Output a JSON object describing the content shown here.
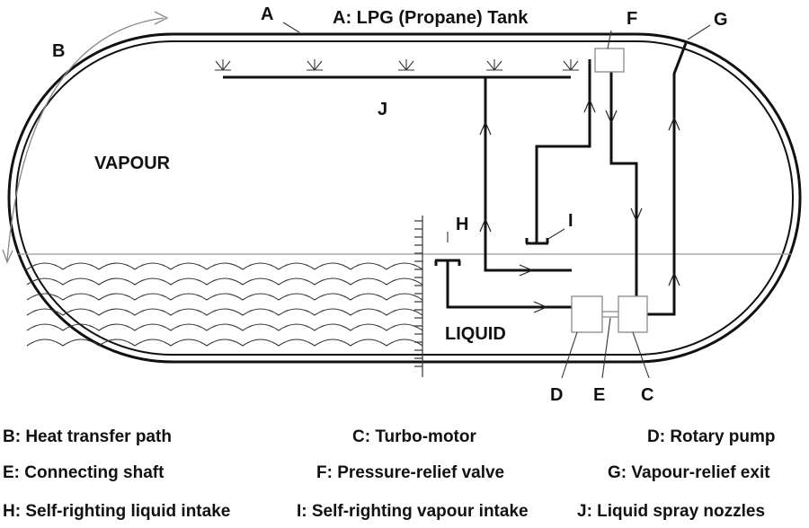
{
  "title": "A:  LPG (Propane) Tank",
  "letters": {
    "a": "A",
    "b": "B",
    "f": "F",
    "g": "G",
    "h": "H",
    "i": "I",
    "j": "J",
    "d": "D",
    "e": "E",
    "c": "C"
  },
  "regions": {
    "vapour": "VAPOUR",
    "liquid": "LIQUID"
  },
  "legend": [
    "B:  Heat transfer path",
    "C:  Turbo-motor",
    "D: Rotary pump",
    "E:  Connecting shaft",
    "F:  Pressure-relief valve",
    "G:  Vapour-relief exit",
    "H:  Self-righting liquid intake",
    "I:  Self-righting vapour intake",
    "J:  Liquid spray nozzles"
  ]
}
